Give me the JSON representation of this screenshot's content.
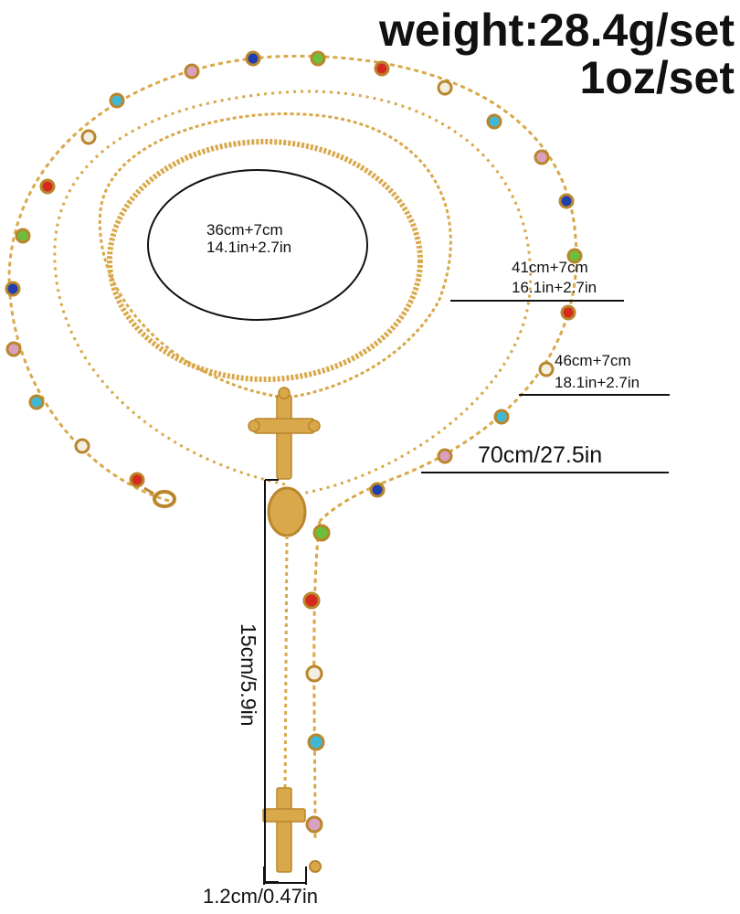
{
  "header": {
    "weight_grams": "weight:28.4g/set",
    "weight_ounces": "1oz/set"
  },
  "lengths": {
    "necklace_1_cm": "36cm+7cm",
    "necklace_1_in": "14.1in+2.7in",
    "necklace_2_cm": "41cm+7cm",
    "necklace_2_in": "16.1in+2.7in",
    "necklace_3_cm": "46cm+7cm",
    "necklace_3_in": "18.1in+2.7in",
    "necklace_4": "70cm/27.5in"
  },
  "pendant": {
    "drop_length": "15cm/5.9in",
    "cross_width": "1.2cm/0.47in"
  },
  "colors": {
    "gold": "#d9a84a",
    "gold_dark": "#b9862c",
    "line": "#111111",
    "gem_red": "#d62a1e",
    "gem_blue": "#1f3fb0",
    "gem_green": "#6bbf3a",
    "gem_aqua": "#3fb8d6",
    "gem_pink": "#d9a0c0",
    "gem_clear": "#f3efe0"
  },
  "icons": [
    "crucifix-icon",
    "medal-icon",
    "cross-pendant-icon",
    "lobster-clasp-icon",
    "gemstone-icon"
  ]
}
